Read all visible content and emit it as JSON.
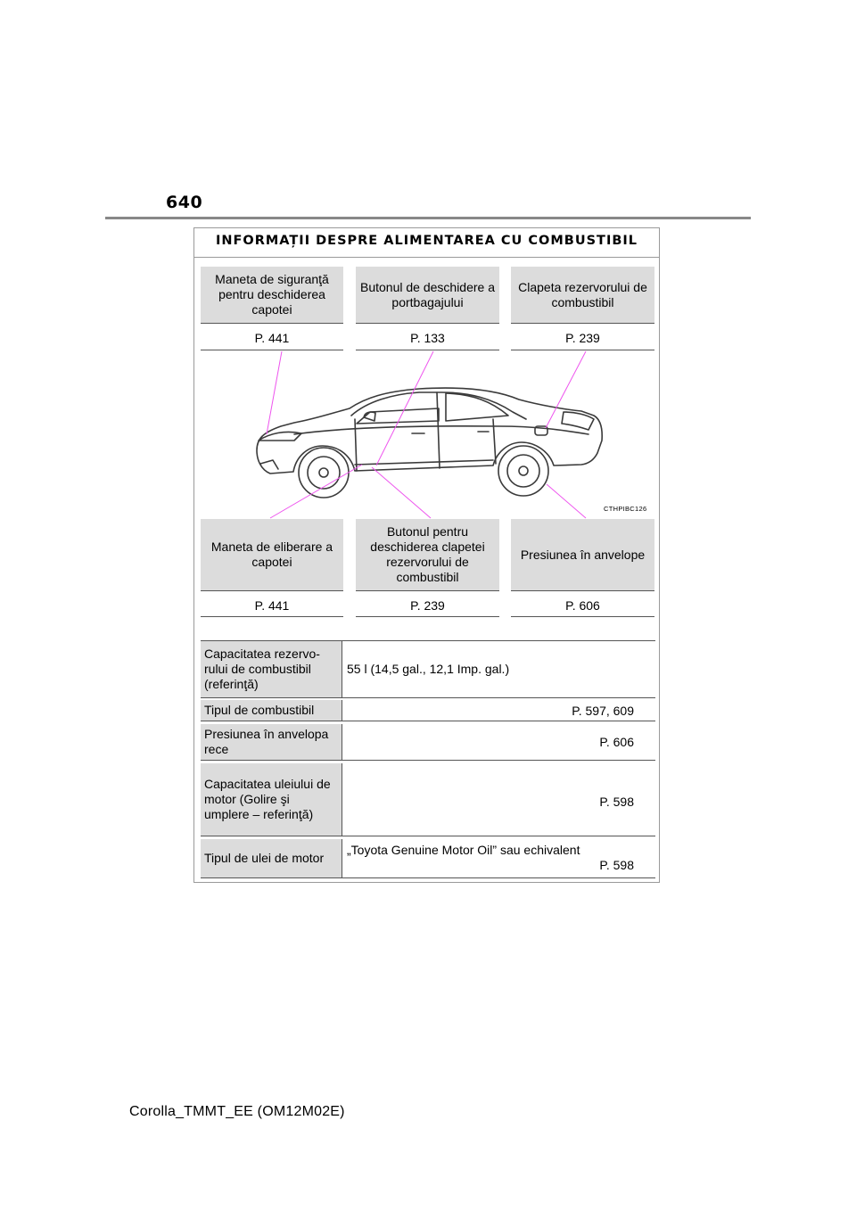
{
  "page": {
    "number": "640",
    "footer": "Corolla_TMMT_EE (OM12M02E)"
  },
  "box": {
    "title": "INFORMAȚII DESPRE ALIMENTAREA CU COMBUSTIBIL"
  },
  "top_labels": [
    {
      "text": "Maneta de siguranţă pentru deschiderea capotei",
      "ref": "P. 441"
    },
    {
      "text": "Butonul de deschidere a portbagajului",
      "ref": "P. 133"
    },
    {
      "text": "Clapeta rezervorului de combustibil",
      "ref": "P. 239"
    }
  ],
  "bottom_labels": [
    {
      "text": "Maneta de eliberare a capotei",
      "ref": "P. 441"
    },
    {
      "text": "Butonul pentru deschiderea clapetei rezervorului de combustibil",
      "ref": "P. 239"
    },
    {
      "text": "Presiunea în anvelope",
      "ref": "P. 606"
    }
  ],
  "diagram": {
    "code": "CTHPIBC126"
  },
  "specs": [
    {
      "label": "Capacitatea rezervo-rului de combustibil (referinţă)",
      "value_left": "55 l (14,5 gal., 12,1 Imp. gal.)",
      "value_right": ""
    },
    {
      "label": "Tipul de combustibil",
      "value_left": "",
      "value_right": "P. 597, 609"
    },
    {
      "label": "Presiunea în anvelopa rece",
      "value_left": "",
      "value_right": "P. 606"
    },
    {
      "label": "Capacitatea uleiului de motor (Golire şi umplere – referinţă)",
      "value_left": "",
      "value_right": "P. 598"
    },
    {
      "label": "Tipul de ulei de motor",
      "value_left": "„Toyota Genuine Motor Oil” sau echivalent",
      "value_right": "P. 598"
    }
  ],
  "colors": {
    "callout_line": "#ee55ee",
    "label_bg": "#dcdcdc",
    "rule": "#555555"
  }
}
